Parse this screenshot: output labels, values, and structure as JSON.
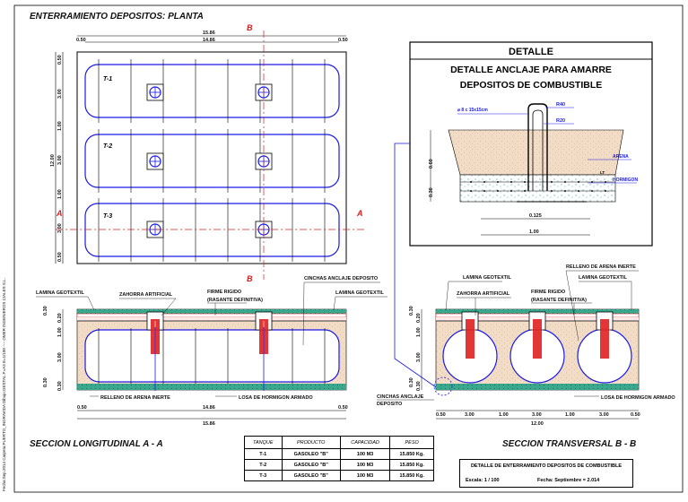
{
  "titles": {
    "plan": "ENTERRAMIENTO DEPOSITOS: PLANTA",
    "detail_header": "DETALLE",
    "detail_title_1": "DETALLE ANCLAJE PARA AMARRE",
    "detail_title_2": "DEPOSITOS DE COMBUSTIBLE",
    "longitudinal": "SECCION LONGITUDINAL A - A",
    "transversal": "SECCION TRANSVERSAL B - B"
  },
  "section_marks": {
    "a": "A",
    "b": "B"
  },
  "tanks": [
    "T-1",
    "T-2",
    "T-3"
  ],
  "plan_dims": {
    "top_total": "15.86",
    "top_inner": "14.86",
    "top_left": "0.50",
    "top_right": "0.50",
    "left_total": "12.00",
    "left_segments": [
      "0.50",
      "3.00",
      "1.00",
      "3.00",
      "1.00",
      "3.00",
      "0.50"
    ]
  },
  "detail_labels": {
    "rebar": "⌀ 8 c 15x15cm",
    "r40": "R40",
    "r20": "R20",
    "arena": "ARENA",
    "lt": "LT",
    "hormigon": "HORMIGON",
    "d060": "0.60",
    "d030": "0.30",
    "d0125": "0.125",
    "d100": "1.00"
  },
  "long_labels": {
    "lamina_l": "LAMINA GEOTEXTIL",
    "zahorra": "ZAHORRA ARTIFICIAL",
    "firme": "FIRME RIGIDO",
    "rasante": "(RASANTE DEFINITIVA)",
    "cinchas": "CINCHAS ANCLAJE DEPOSITO",
    "lamina_r": "LAMINA GEOTEXTIL",
    "relleno": "RELLENO DE ARENA INERTE",
    "losa": "LOSA DE HORMIGON ARMADO",
    "dims_left": [
      "0.30",
      "0.20",
      "1.00",
      "3.00",
      "0.30",
      "0.30"
    ],
    "bottom_l": "0.50",
    "bottom_mid": "14.86",
    "bottom_r": "0.50",
    "bottom_total": "15.86"
  },
  "trans_labels": {
    "relleno": "RELLENO DE ARENA INERTE",
    "lamina_l": "LAMINA GEOTEXTIL",
    "lamina_r": "LAMINA GEOTEXTIL",
    "zahorra": "ZAHORRA ARTIFICIAL",
    "firme": "FIRME RIGIDO",
    "rasante": "(RASANTE DEFINITIVA)",
    "cinchas_1": "CINCHAS ANCLAJE",
    "cinchas_2": "DEPOSITO",
    "losa": "LOSA DE HORMIGON ARMADO",
    "dims_left": [
      "0.30",
      "0.20",
      "1.00",
      "3.00",
      "0.30",
      "0.30"
    ],
    "bottom": [
      "0.50",
      "3.00",
      "1.00",
      "3.00",
      "1.00",
      "3.00",
      "0.50"
    ],
    "bottom_total": "12.00"
  },
  "table": {
    "headers": [
      "TANQUE",
      "PRODUCTO",
      "CAPACIDAD",
      "PESO"
    ],
    "rows": [
      [
        "T-1",
        "GASOLEO \"B\"",
        "100 M3",
        "15.850 Kg."
      ],
      [
        "T-2",
        "GASOLEO \"B\"",
        "100 M3",
        "15.850 Kg."
      ],
      [
        "T-3",
        "GASOLEO \"B\"",
        "100 M3",
        "15.850 Kg."
      ]
    ]
  },
  "title_block": {
    "title": "DETALLE DE ENTERRAMIENTO DEPOSITOS DE COMBUSTIBLE",
    "scale": "Escala:  1  /  100",
    "date": "Fecha:  Septiembre  =  2.014"
  },
  "side_note": "Fecha:Sep.2014  Carpeta:PUERTO_INGRAVIDA  Dibujo:GESTAL  P=A3  E=1/100 ---- OMER INGENIEROS CIALES S.L.",
  "colors": {
    "sand": "#f2dcc6",
    "asphalt": "#e03030",
    "geotextile": "#2a8a7a",
    "tank": "#1a1ae6",
    "anchor": "#e02020",
    "axis": "#d02020"
  }
}
